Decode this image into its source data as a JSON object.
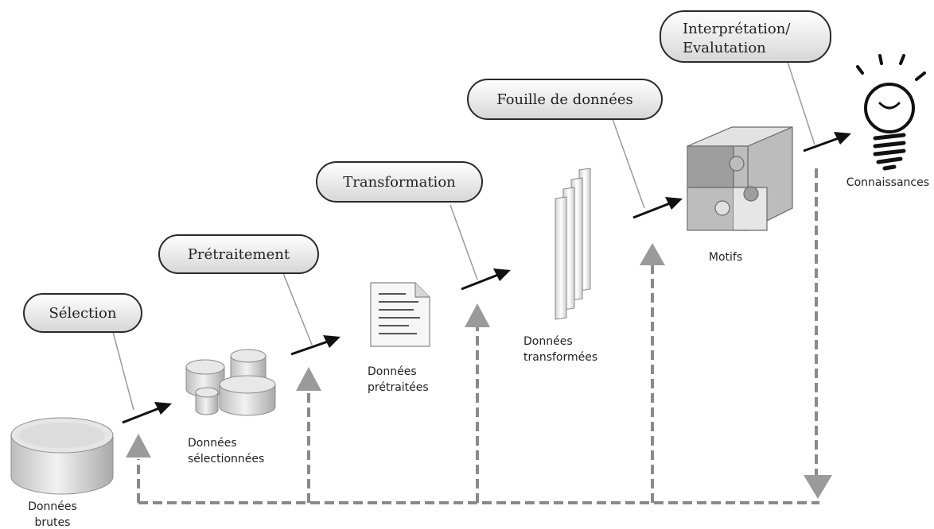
{
  "stages": [
    {
      "id": "selection",
      "label": "Sélection"
    },
    {
      "id": "pretraitement",
      "label": "Prétraitement"
    },
    {
      "id": "transformation",
      "label": "Transformation"
    },
    {
      "id": "fouille",
      "label": "Fouille de données"
    },
    {
      "id": "interpretation",
      "label_line1": "Interprétation/",
      "label_line2": "Evalutation"
    }
  ],
  "items": [
    {
      "id": "donnees-brutes",
      "line1": "Données",
      "line2": "brutes",
      "icon": "database-icon"
    },
    {
      "id": "donnees-selectionnees",
      "line1": "Données",
      "line2": "sélectionnées",
      "icon": "database-cluster-icon"
    },
    {
      "id": "donnees-pretraitees",
      "line1": "Données",
      "line2": "prétraitées",
      "icon": "document-icon"
    },
    {
      "id": "donnees-transformees",
      "line1": "Données",
      "line2": "transformées",
      "icon": "stacked-pages-icon"
    },
    {
      "id": "motifs",
      "line1": "Motifs",
      "icon": "puzzle-cube-icon"
    },
    {
      "id": "connaissances",
      "line1": "Connaissances",
      "icon": "lightbulb-icon"
    }
  ],
  "colors": {
    "feedback_line": "#8a8a8a",
    "arrow": "#111111",
    "bubble_fill": "#ececec",
    "bubble_stroke": "#2a2a2a",
    "icon_light": "#e4e4e4",
    "icon_mid": "#bdbdbd",
    "icon_dark": "#9a9a9a"
  }
}
